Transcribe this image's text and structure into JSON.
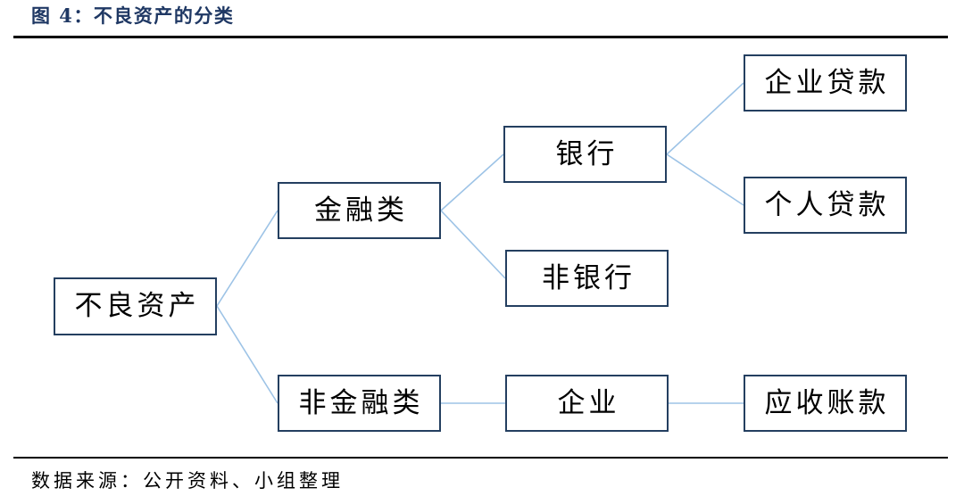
{
  "figure": {
    "title": "图 4：不良资产的分类",
    "source": "数据来源：公开资料、小组整理"
  },
  "diagram": {
    "nodes": {
      "root": "不良资产",
      "financial": "金融类",
      "non_financial": "非金融类",
      "bank": "银行",
      "non_bank": "非银行",
      "enterprise": "企业",
      "corporate_loans": "企业贷款",
      "personal_loans": "个人贷款",
      "receivables": "应收账款"
    },
    "colors": {
      "title": "#1f3864",
      "node_border": "#243f60",
      "connector": "#9dc3e6"
    }
  }
}
